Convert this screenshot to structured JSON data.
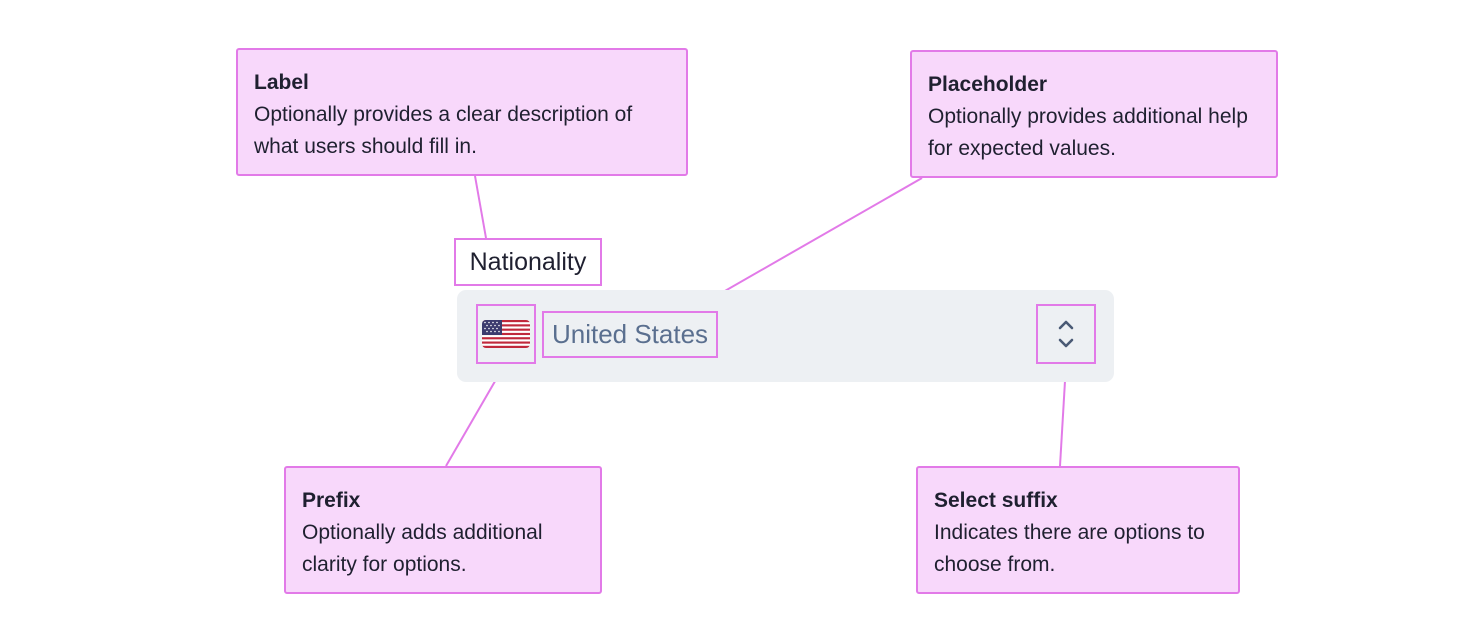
{
  "field": {
    "label": "Nationality",
    "value": "United States",
    "prefix_icon": "us-flag-icon",
    "suffix_icon": "chevron-up-down-icon"
  },
  "callouts": {
    "label": {
      "title": "Label",
      "description": "Optionally provides a clear description of what users should fill in."
    },
    "placeholder": {
      "title": "Placeholder",
      "description": "Optionally provides additional help for expected values."
    },
    "prefix": {
      "title": "Prefix",
      "description": "Optionally adds additional clarity for options."
    },
    "select_suffix": {
      "title": "Select suffix",
      "description": "Indicates there are options to choose from."
    }
  },
  "colors": {
    "annotation_fill": "#f8d8fb",
    "annotation_stroke": "#e27ae8",
    "field_background": "#edf0f3",
    "value_text": "#5a6f8f",
    "text_dark": "#1f2030"
  }
}
